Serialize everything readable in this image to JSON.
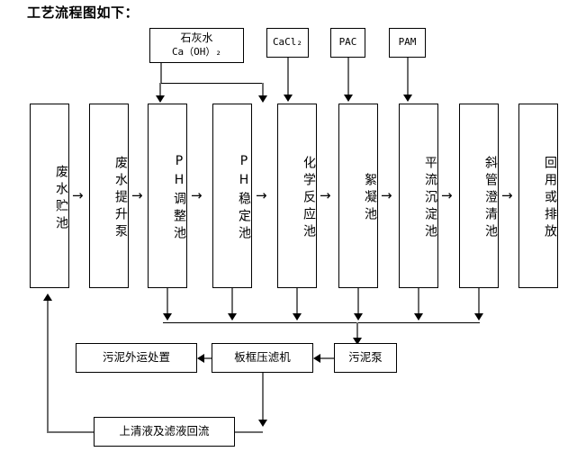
{
  "title": "工艺流程图如下：",
  "reagents": [
    {
      "id": "lime",
      "line1": "石灰水",
      "line2": "Ca（OH）₂"
    },
    {
      "id": "cacl2",
      "label": "CaCl₂"
    },
    {
      "id": "pac",
      "label": "PAC"
    },
    {
      "id": "pam",
      "label": "PAM"
    }
  ],
  "process": [
    {
      "id": "storage",
      "label": "废水贮池",
      "note": "↵"
    },
    {
      "id": "liftpump",
      "label": "废水提升泵",
      "note": ""
    },
    {
      "id": "ph-adjust",
      "label": "PH调整池",
      "note": ""
    },
    {
      "id": "ph-stable",
      "label": "PH稳定池",
      "note": ""
    },
    {
      "id": "reaction",
      "label": "化学反应池",
      "note": ""
    },
    {
      "id": "flocculation",
      "label": "絮凝池",
      "note": ""
    },
    {
      "id": "sediment",
      "label": "平流沉淀池",
      "note": ""
    },
    {
      "id": "clarifier",
      "label": "斜管澄清池",
      "note": ""
    },
    {
      "id": "reuse",
      "label": "回用或排放",
      "note": ""
    }
  ],
  "sludge": [
    {
      "id": "disposal",
      "label": "污泥外运处置"
    },
    {
      "id": "filterpress",
      "label": "板框压滤机"
    },
    {
      "id": "sludgepump",
      "label": "污泥泵"
    }
  ],
  "recycle": {
    "id": "supernatant",
    "label": "上清液及滤液回流",
    "note": "↵"
  },
  "flow_arrow_glyph": "→",
  "colors": {
    "line": "#000000",
    "line_soft": "#6b6b6b",
    "background": "#ffffff"
  }
}
